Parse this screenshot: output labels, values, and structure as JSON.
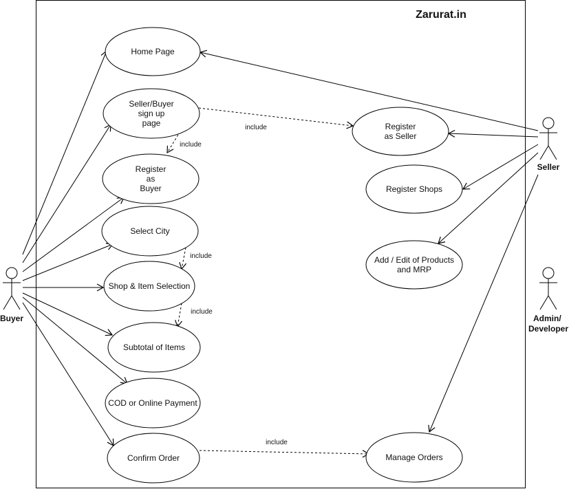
{
  "system": {
    "title": "Zarurat.in"
  },
  "actors": {
    "buyer": {
      "label": "Buyer"
    },
    "seller": {
      "label": "Seller"
    },
    "admin": {
      "label_lines": [
        "Admin/",
        "Developer"
      ]
    }
  },
  "use_cases": {
    "home_page": {
      "lines": [
        "Home  Page"
      ]
    },
    "signup_page": {
      "lines": [
        "Seller/Buyer",
        "sign up",
        "page"
      ]
    },
    "register_buyer": {
      "lines": [
        "Register",
        "as",
        "Buyer"
      ]
    },
    "select_city": {
      "lines": [
        "Select City"
      ]
    },
    "shop_item_selection": {
      "lines": [
        "Shop & Item Selection"
      ]
    },
    "subtotal_items": {
      "lines": [
        "Subtotal of Items"
      ]
    },
    "payment": {
      "lines": [
        "COD or Online Payment"
      ]
    },
    "confirm_order": {
      "lines": [
        "Confirm Order"
      ]
    },
    "register_seller": {
      "lines": [
        "Register",
        "as Seller"
      ]
    },
    "register_shops": {
      "lines": [
        "Register Shops"
      ]
    },
    "add_edit_products": {
      "lines": [
        "Add / Edit of Products",
        "and MRP"
      ]
    },
    "manage_orders": {
      "lines": [
        "Manage Orders"
      ]
    }
  },
  "relations": {
    "signup_to_register_seller": "include",
    "signup_to_register_buyer": "include",
    "city_to_shop": "include",
    "shop_to_subtotal": "include",
    "confirm_to_manage": "include"
  }
}
